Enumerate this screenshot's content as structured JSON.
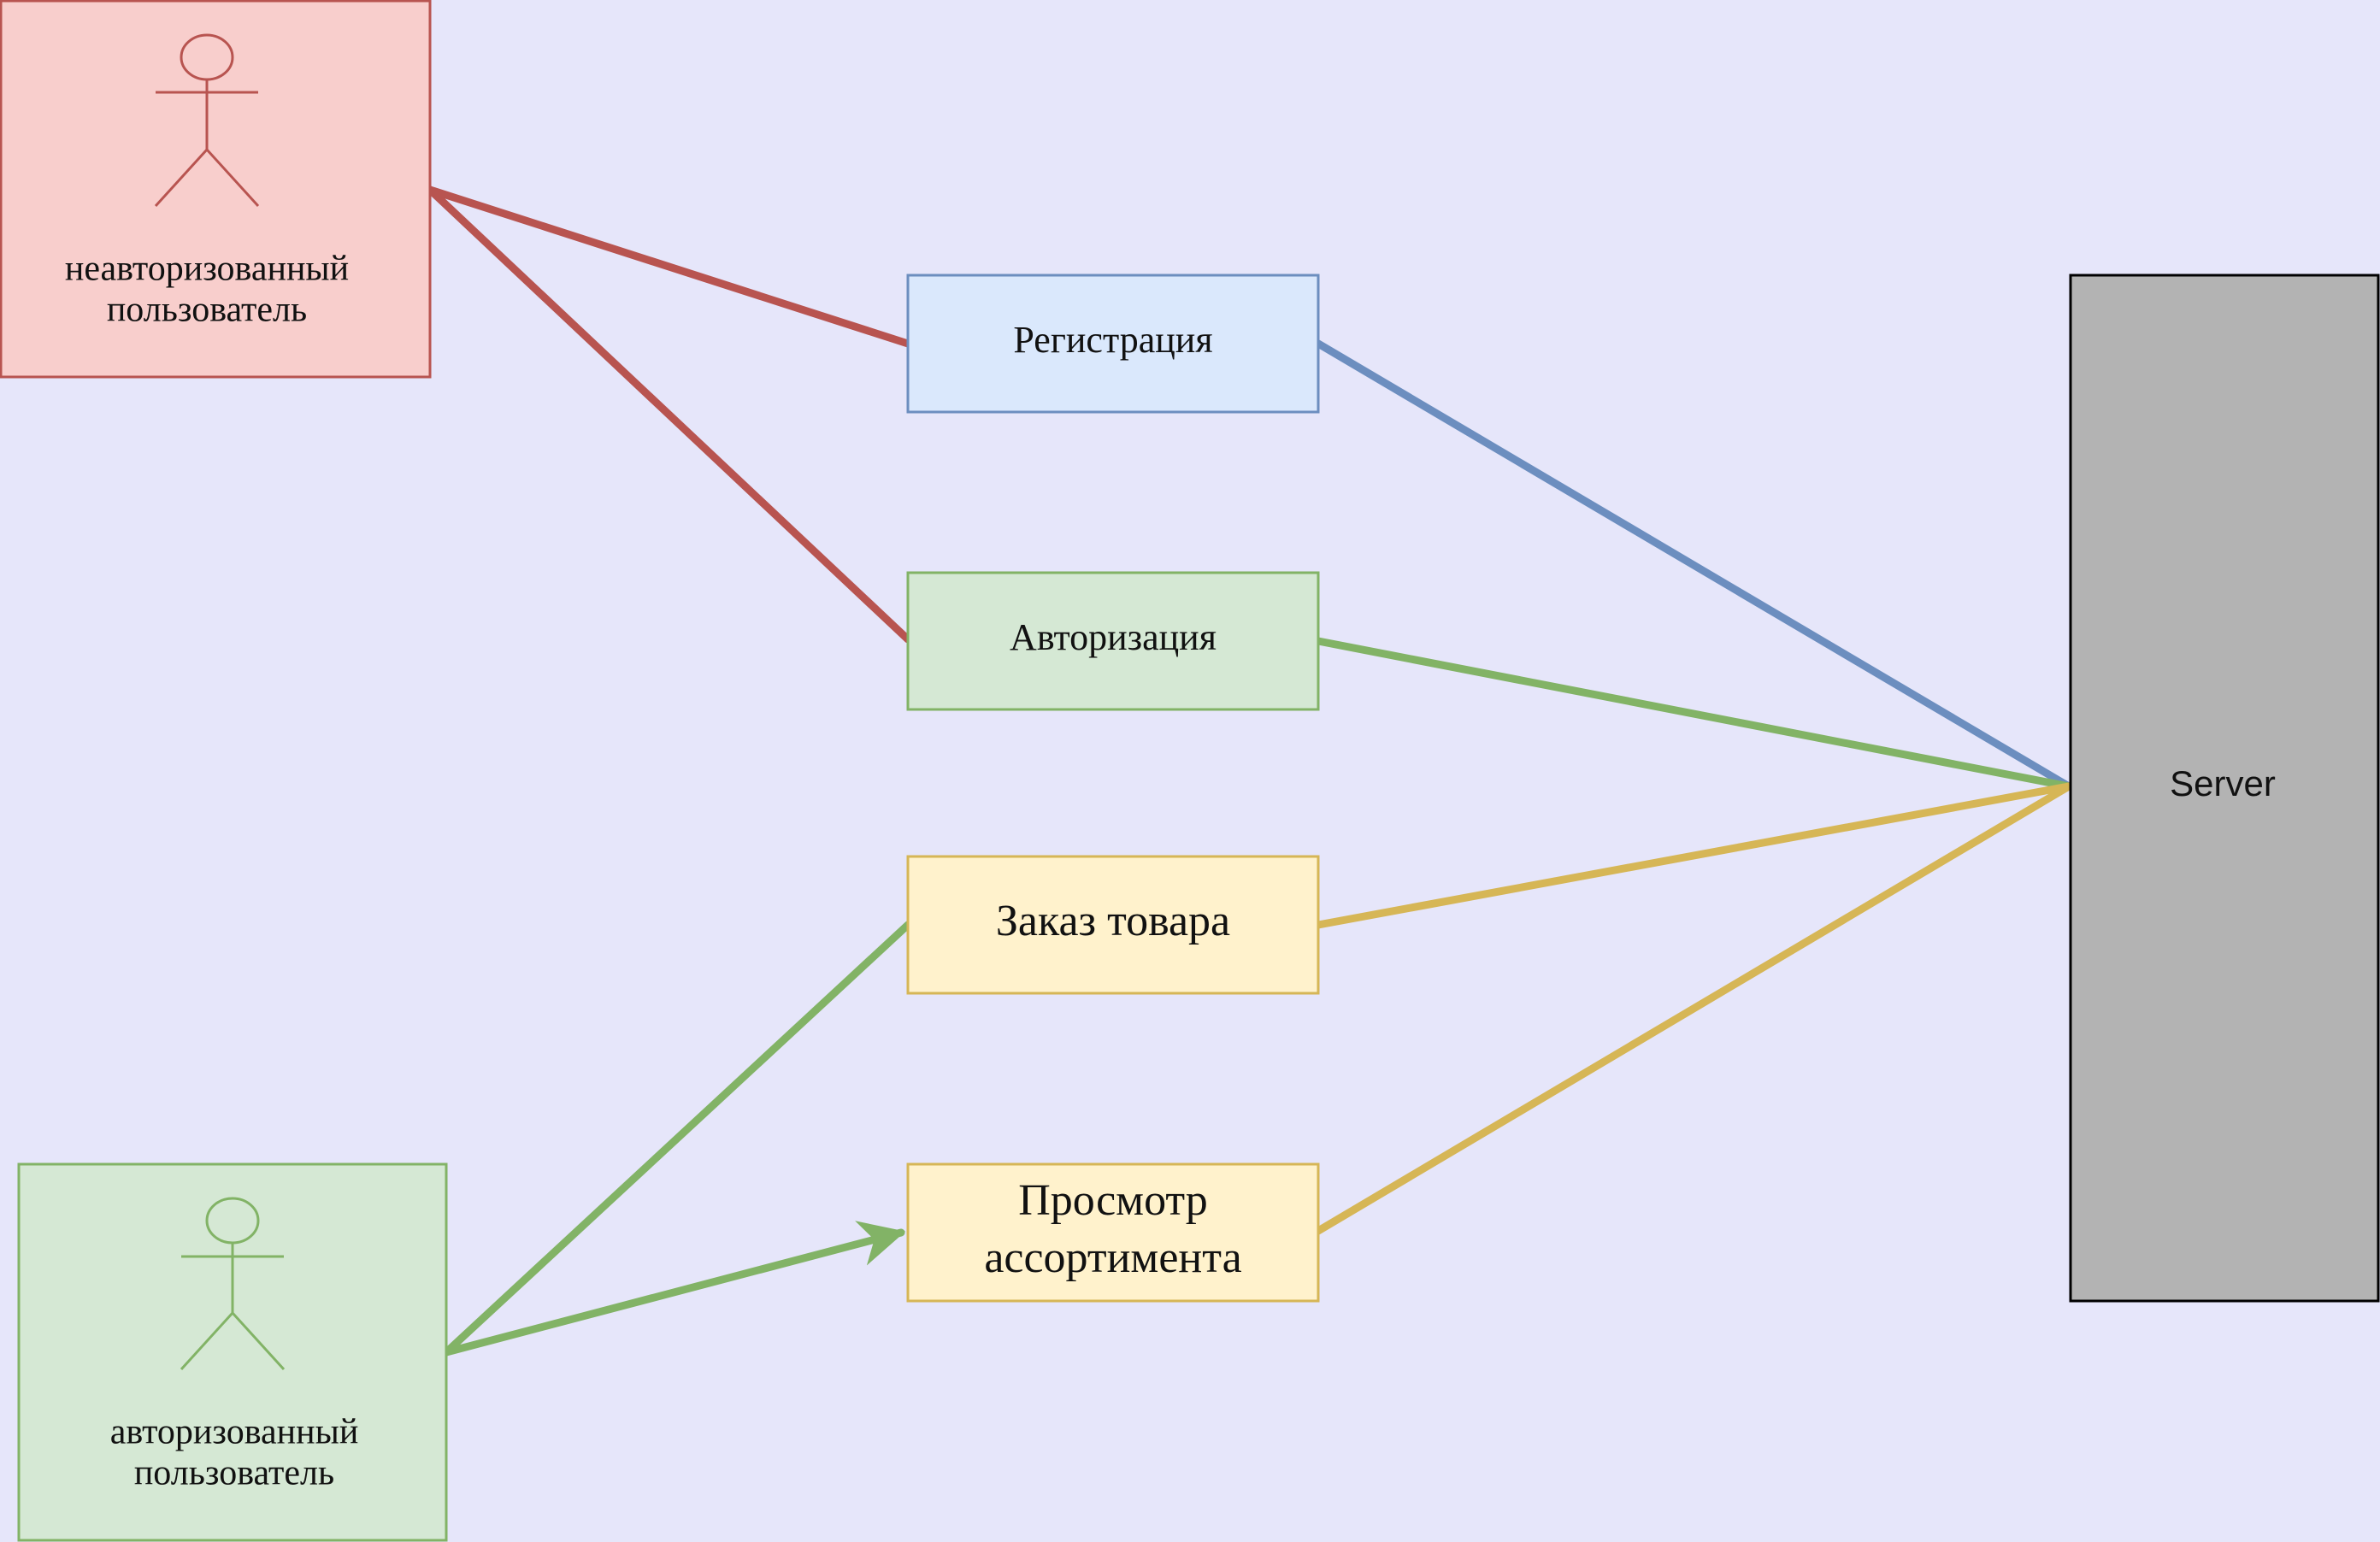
{
  "diagram": {
    "actors": {
      "unauthorized": {
        "line1": "неавторизованный",
        "line2": "пользователь",
        "fill": "#f8cecc",
        "stroke": "#b85450"
      },
      "authorized": {
        "line1": "авторизованный",
        "line2": "пользователь",
        "fill": "#d5e8d4",
        "stroke": "#82b366"
      }
    },
    "use_cases": {
      "registration": {
        "label": "Регистрация",
        "fill": "#dae8fc",
        "stroke": "#6c8ebf"
      },
      "authorization": {
        "label": "Авторизация",
        "fill": "#d5e8d4",
        "stroke": "#82b366"
      },
      "order": {
        "label": "Заказ товара",
        "fill": "#fff2cc",
        "stroke": "#d6b656"
      },
      "browse": {
        "line1": "Просмотр",
        "line2": "ассортимента",
        "fill": "#fff2cc",
        "stroke": "#d6b656"
      }
    },
    "server": {
      "label": "Server",
      "fill": "#b3b3b3",
      "stroke": "#000000"
    },
    "edge_colors": {
      "red": "#b85450",
      "blue": "#6c8ebf",
      "green": "#82b366",
      "yellow": "#d6b656"
    }
  }
}
